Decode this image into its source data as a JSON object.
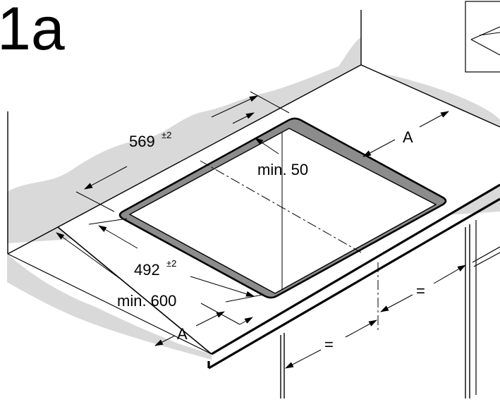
{
  "figure": {
    "number": "1a"
  },
  "dimensions": {
    "width": {
      "value": "569",
      "tolerance": "±2"
    },
    "depth": {
      "value": "492",
      "tolerance": "±2"
    },
    "min_clearance_back": "min. 50",
    "min_counter_depth": "min. 600",
    "edge_distance_front": "A",
    "edge_distance_side": "A",
    "equal_left": "=",
    "equal_right": "="
  },
  "colors": {
    "line": "#000000",
    "shadow": "#d9d9d9",
    "frame_rim": "#8c8c8c",
    "background": "#ffffff"
  }
}
